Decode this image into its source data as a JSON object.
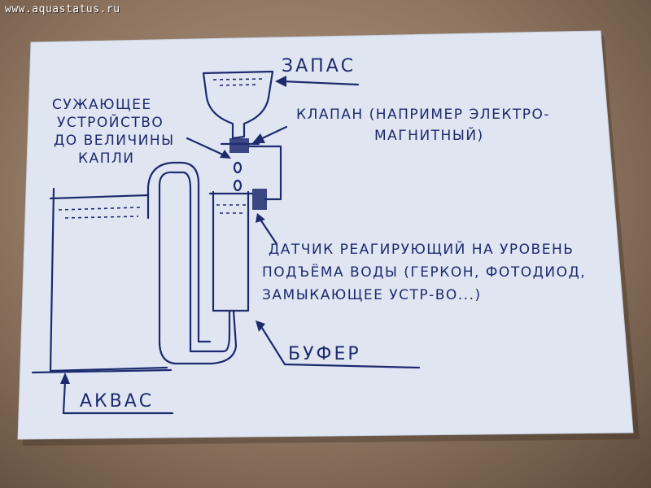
{
  "watermark": "www.aquastatus.ru",
  "labels": {
    "reserve": "ЗАПАС",
    "narrowing_line1": "СУЖАЮЩЕЕ",
    "narrowing_line2": "УСТРОЙСТВО",
    "narrowing_line3": "ДО ВЕЛИЧИНЫ",
    "narrowing_line4": "КАПЛИ",
    "valve_line1": "КЛАПАН (НАПРИМЕР ЭЛЕКТРО-",
    "valve_line2": "МАГНИТНЫЙ)",
    "sensor_line1": "ДАТЧИК РЕАГИРУЮЩИЙ НА УРОВЕНЬ",
    "sensor_line2": "ПОДЪЁМА ВОДЫ (ГЕРКОН, ФОТОДИОД,",
    "sensor_line3": "ЗАМЫКАЮЩЕЕ УСТР-ВО...)",
    "buffer": "БУФЕР",
    "aquarium": "АКВАС"
  },
  "colors": {
    "ink": "#1d2a6e",
    "paper": "#dfe6f2"
  }
}
